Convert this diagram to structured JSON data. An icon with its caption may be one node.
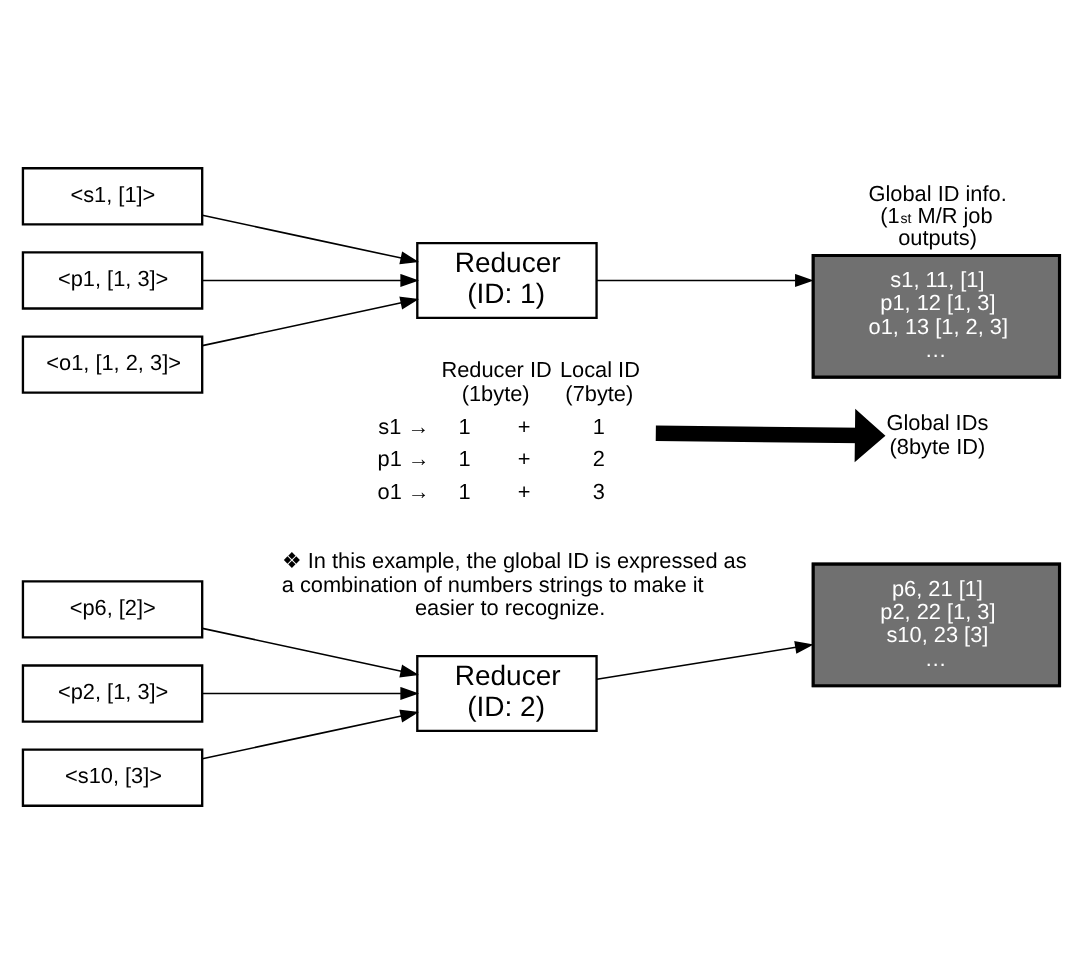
{
  "diagram": {
    "nodes": [
      {
        "text": [
          "<s1, [1]>"
        ]
      },
      {
        "text": [
          "<p1, [1, 3]>"
        ]
      },
      {
        "text": [
          "<o1, [1, 2, 3]>"
        ]
      },
      {
        "text": [
          "Reducer (ID: 1)"
        ]
      },
      {
        "text": [
          "Global ID info. (1$^{st}$ M/R job outputs)",
          "s1, 11, [1]",
          "p1, 12 [1, 3]",
          "o1, 13 [1, 2, 3]",
          "…"
        ]
      },
      {
        "text": [
          "Global IDs (8byte ID)"
        ]
      },
      {
        "text": [
          "<p6, [2]>"
        ]
      },
      {
        "text": [
          "<p2, [1, 3]>"
        ]
      },
      {
        "text": [
          "<s10, [3]>"
        ]
      },
      {
        "text": [
          "Reducer (ID: 2)"
        ]
      },
      {
        "text": [
          "p6, 21 [1]",
          "p2, 22 [1, 3]",
          "s10, 23 [3]",
          "…"
        ]
      }
    ],
    "edges": [
      {
        "from": 0,
        "to": 3,
        "arrow": "to"
      },
      {
        "from": 1,
        "to": 3,
        "arrow": "to"
      },
      {
        "from": 2,
        "to": 3,
        "arrow": "to"
      },
      {
        "from": 3,
        "to": 4,
        "arrow": "to"
      },
      {
        "from": null,
        "to": 5,
        "arrow": "to",
        "style": "thick"
      },
      {
        "from": 6,
        "to": 9,
        "arrow": "to"
      },
      {
        "from": 7,
        "to": 9,
        "arrow": "to"
      },
      {
        "from": 8,
        "to": 9,
        "arrow": "to"
      },
      {
        "from": 9,
        "to": 10,
        "arrow": "to"
      }
    ],
    "labels": [
      "Reducer ID (1byte)",
      "Local ID (7byte)",
      "s1 →",
      "1",
      "+",
      "1",
      "p1 →",
      "1",
      "+",
      "2",
      "o1 →",
      "1",
      "+",
      "3",
      "❖ In this example, the global ID is expressed as a combination of numbers strings to make it easier to recognize."
    ]
  }
}
